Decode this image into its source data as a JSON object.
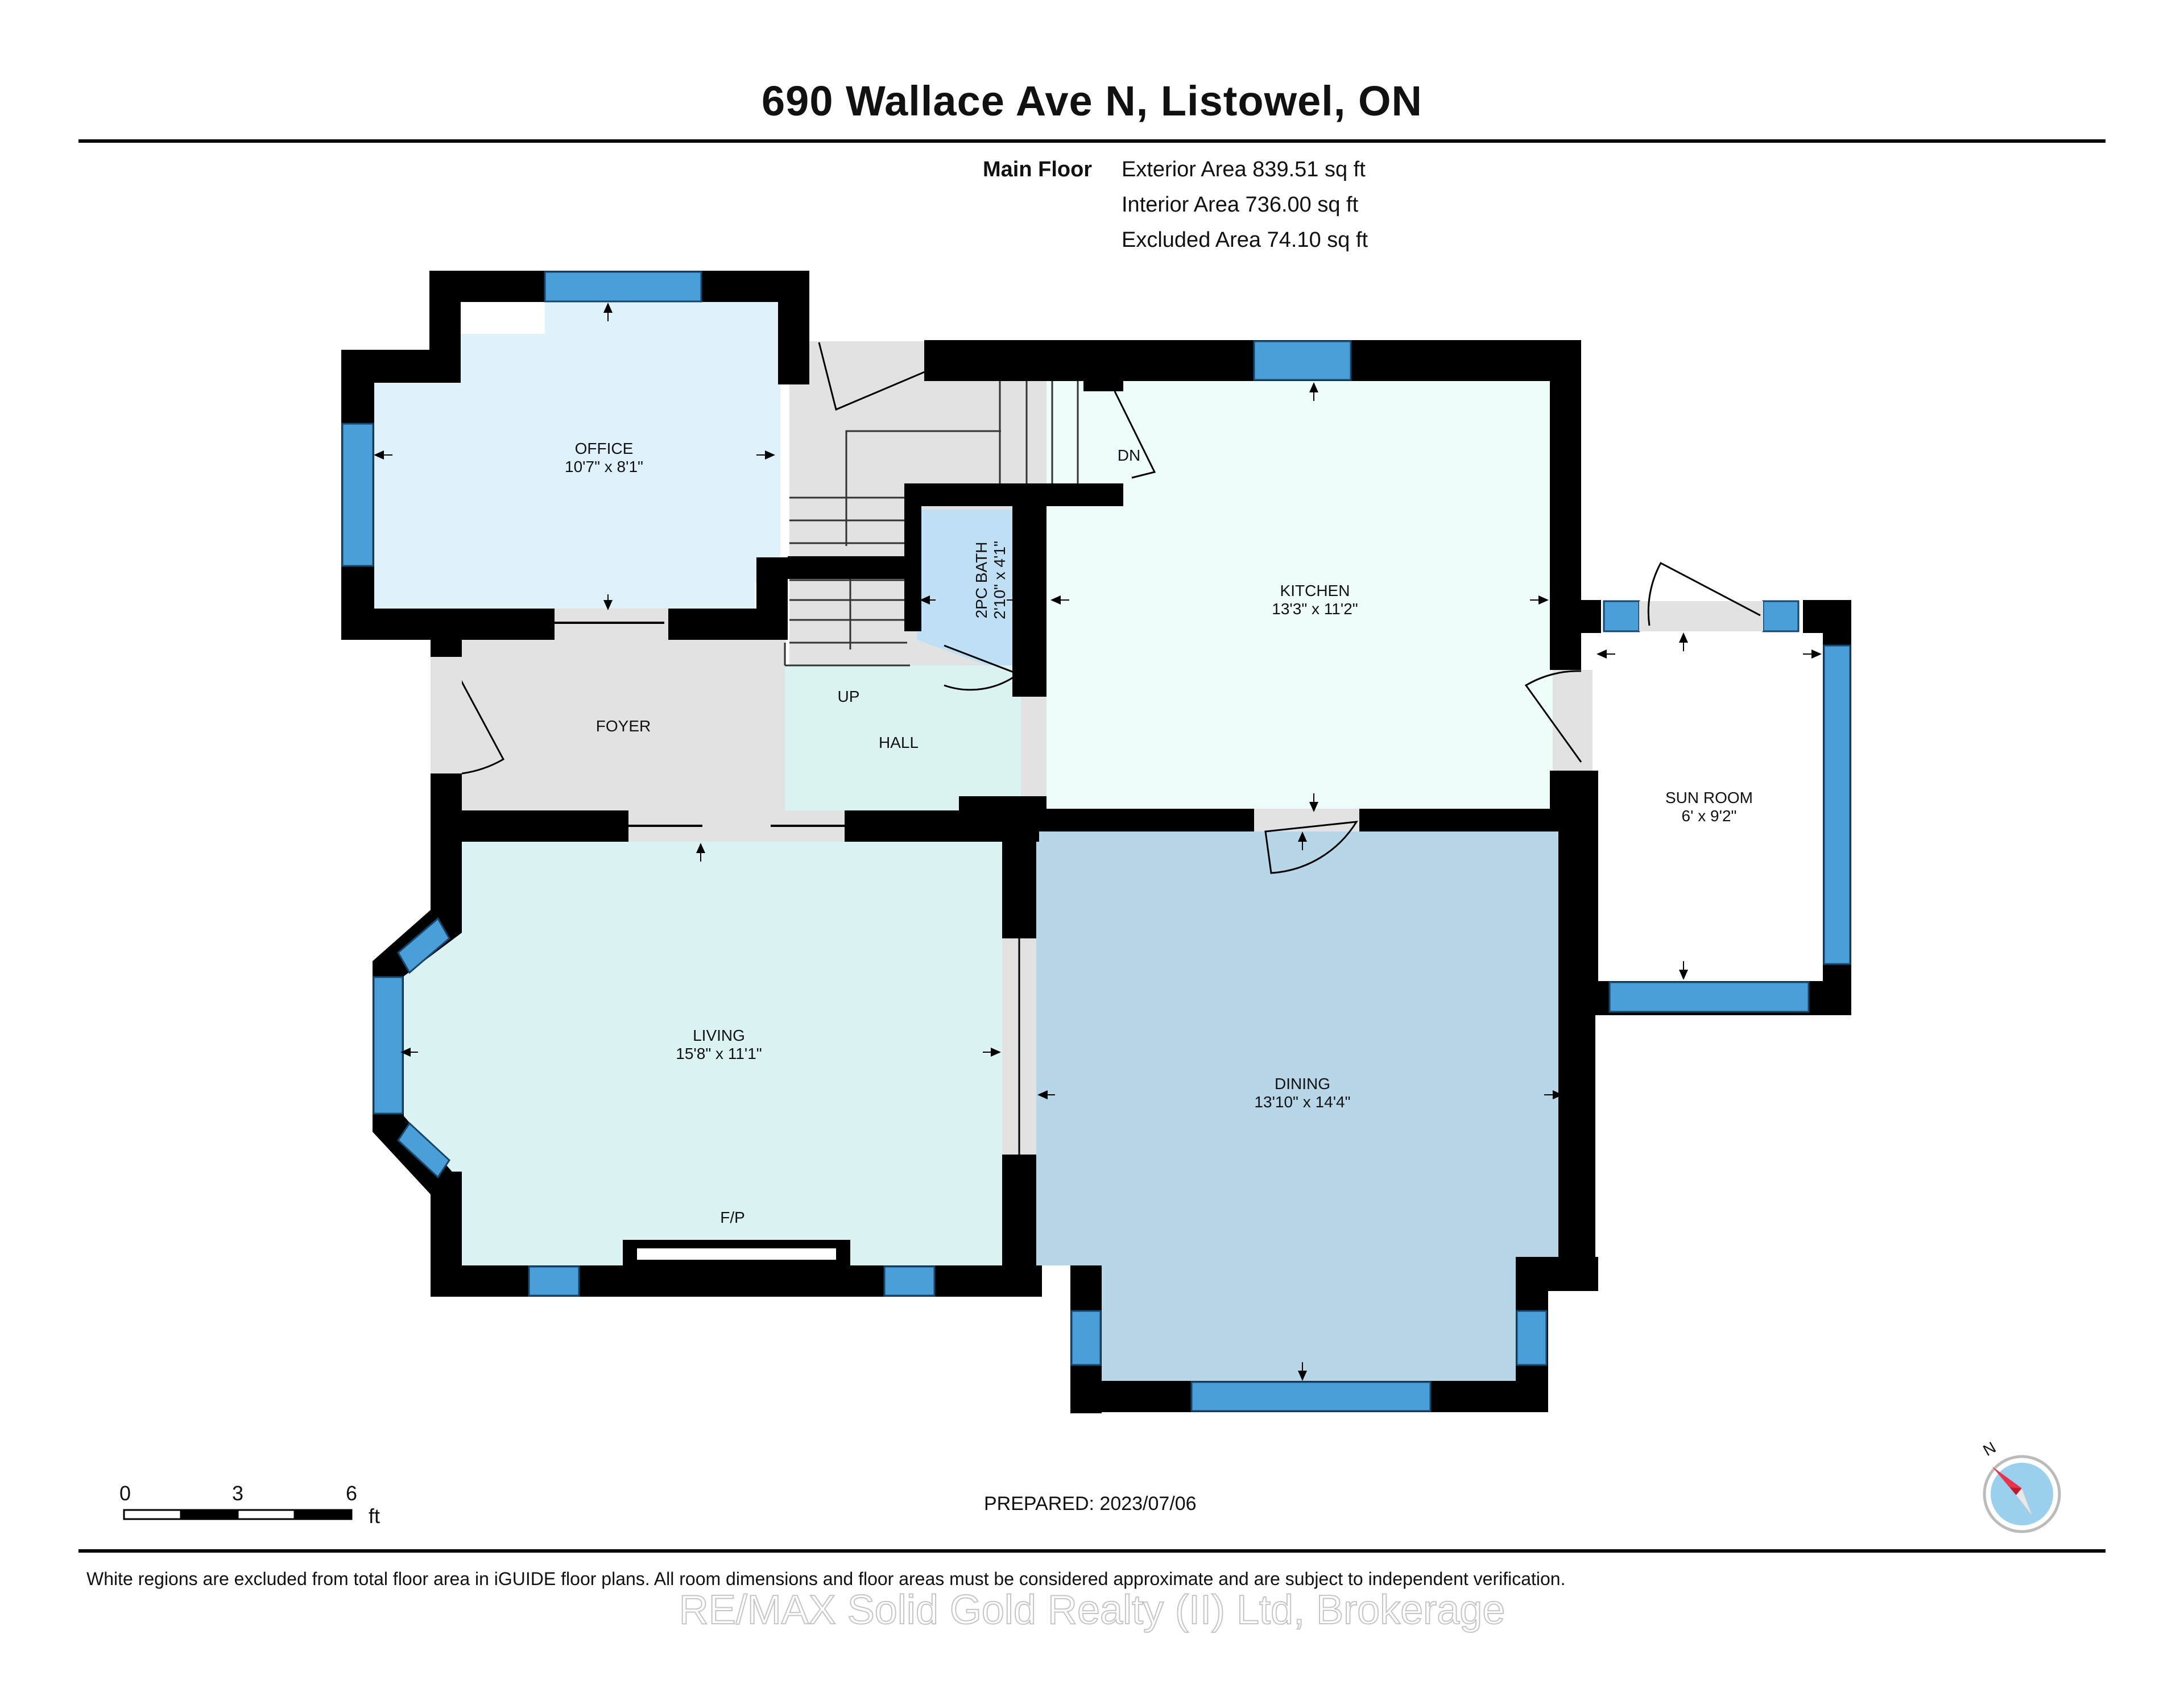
{
  "title": "690 Wallace Ave N, Listowel, ON",
  "floor": {
    "name": "Main Floor",
    "exterior_area": "Exterior Area 839.51 sq ft",
    "interior_area": "Interior Area 736.00 sq ft",
    "excluded_area": "Excluded Area 74.10 sq ft"
  },
  "rooms": {
    "office": {
      "name": "OFFICE",
      "dims": "10'7\" x 8'1\""
    },
    "bath": {
      "name": "2PC BATH",
      "dims": "2'10\" x 4'1\""
    },
    "kitchen": {
      "name": "KITCHEN",
      "dims": "13'3\" x 11'2\""
    },
    "sunroom": {
      "name": "SUN ROOM",
      "dims": "6' x 9'2\""
    },
    "foyer": {
      "name": "FOYER"
    },
    "hall": {
      "name": "HALL"
    },
    "living": {
      "name": "LIVING",
      "dims": "15'8\" x 11'1\""
    },
    "dining": {
      "name": "DINING",
      "dims": "13'10\" x 14'4\""
    }
  },
  "tags": {
    "up": "UP",
    "down": "DN",
    "fireplace": "F/P"
  },
  "scale": {
    "t0": "0",
    "t1": "3",
    "t2": "6",
    "unit": "ft"
  },
  "compass": {
    "label": "N"
  },
  "prepared": "PREPARED: 2023/07/06",
  "disclaimer": "White regions are excluded from total floor area in iGUIDE floor plans. All room dimensions and floor areas must be considered approximate and are subject to independent verification.",
  "watermark": "RE/MAX Solid Gold Realty (II) Ltd, Brokerage",
  "colors": {
    "office": "#dff1fb",
    "bath": "#bfe0f4",
    "kitchen": "#eefdf9",
    "hall": "#daf2f0",
    "living": "#dbf3f2",
    "dining": "#b7d6e8",
    "neutral": "#e2e2e2",
    "window": "#4a9fd8",
    "wall": "#000000"
  }
}
